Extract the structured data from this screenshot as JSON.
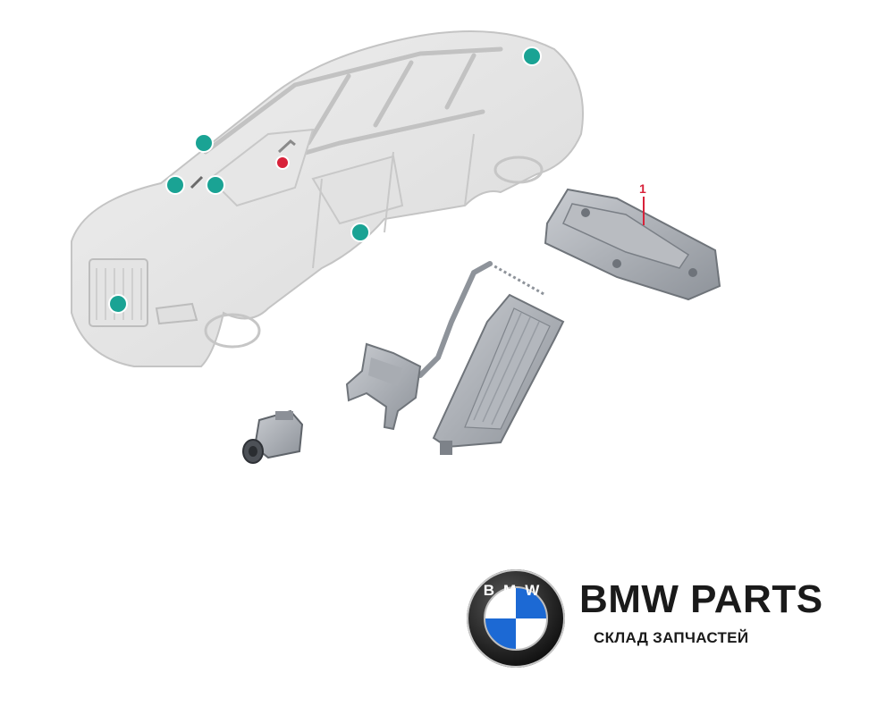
{
  "diagram": {
    "callout_number": "1",
    "marker_color_location": "#1aa394",
    "marker_color_selected": "#d8223a"
  },
  "brand": {
    "logo_letters": "BMW",
    "title": "BMW PARTS",
    "subtitle": "СКЛАД ЗАПЧАСТЕЙ",
    "logo_blue": "#1c69d4"
  }
}
